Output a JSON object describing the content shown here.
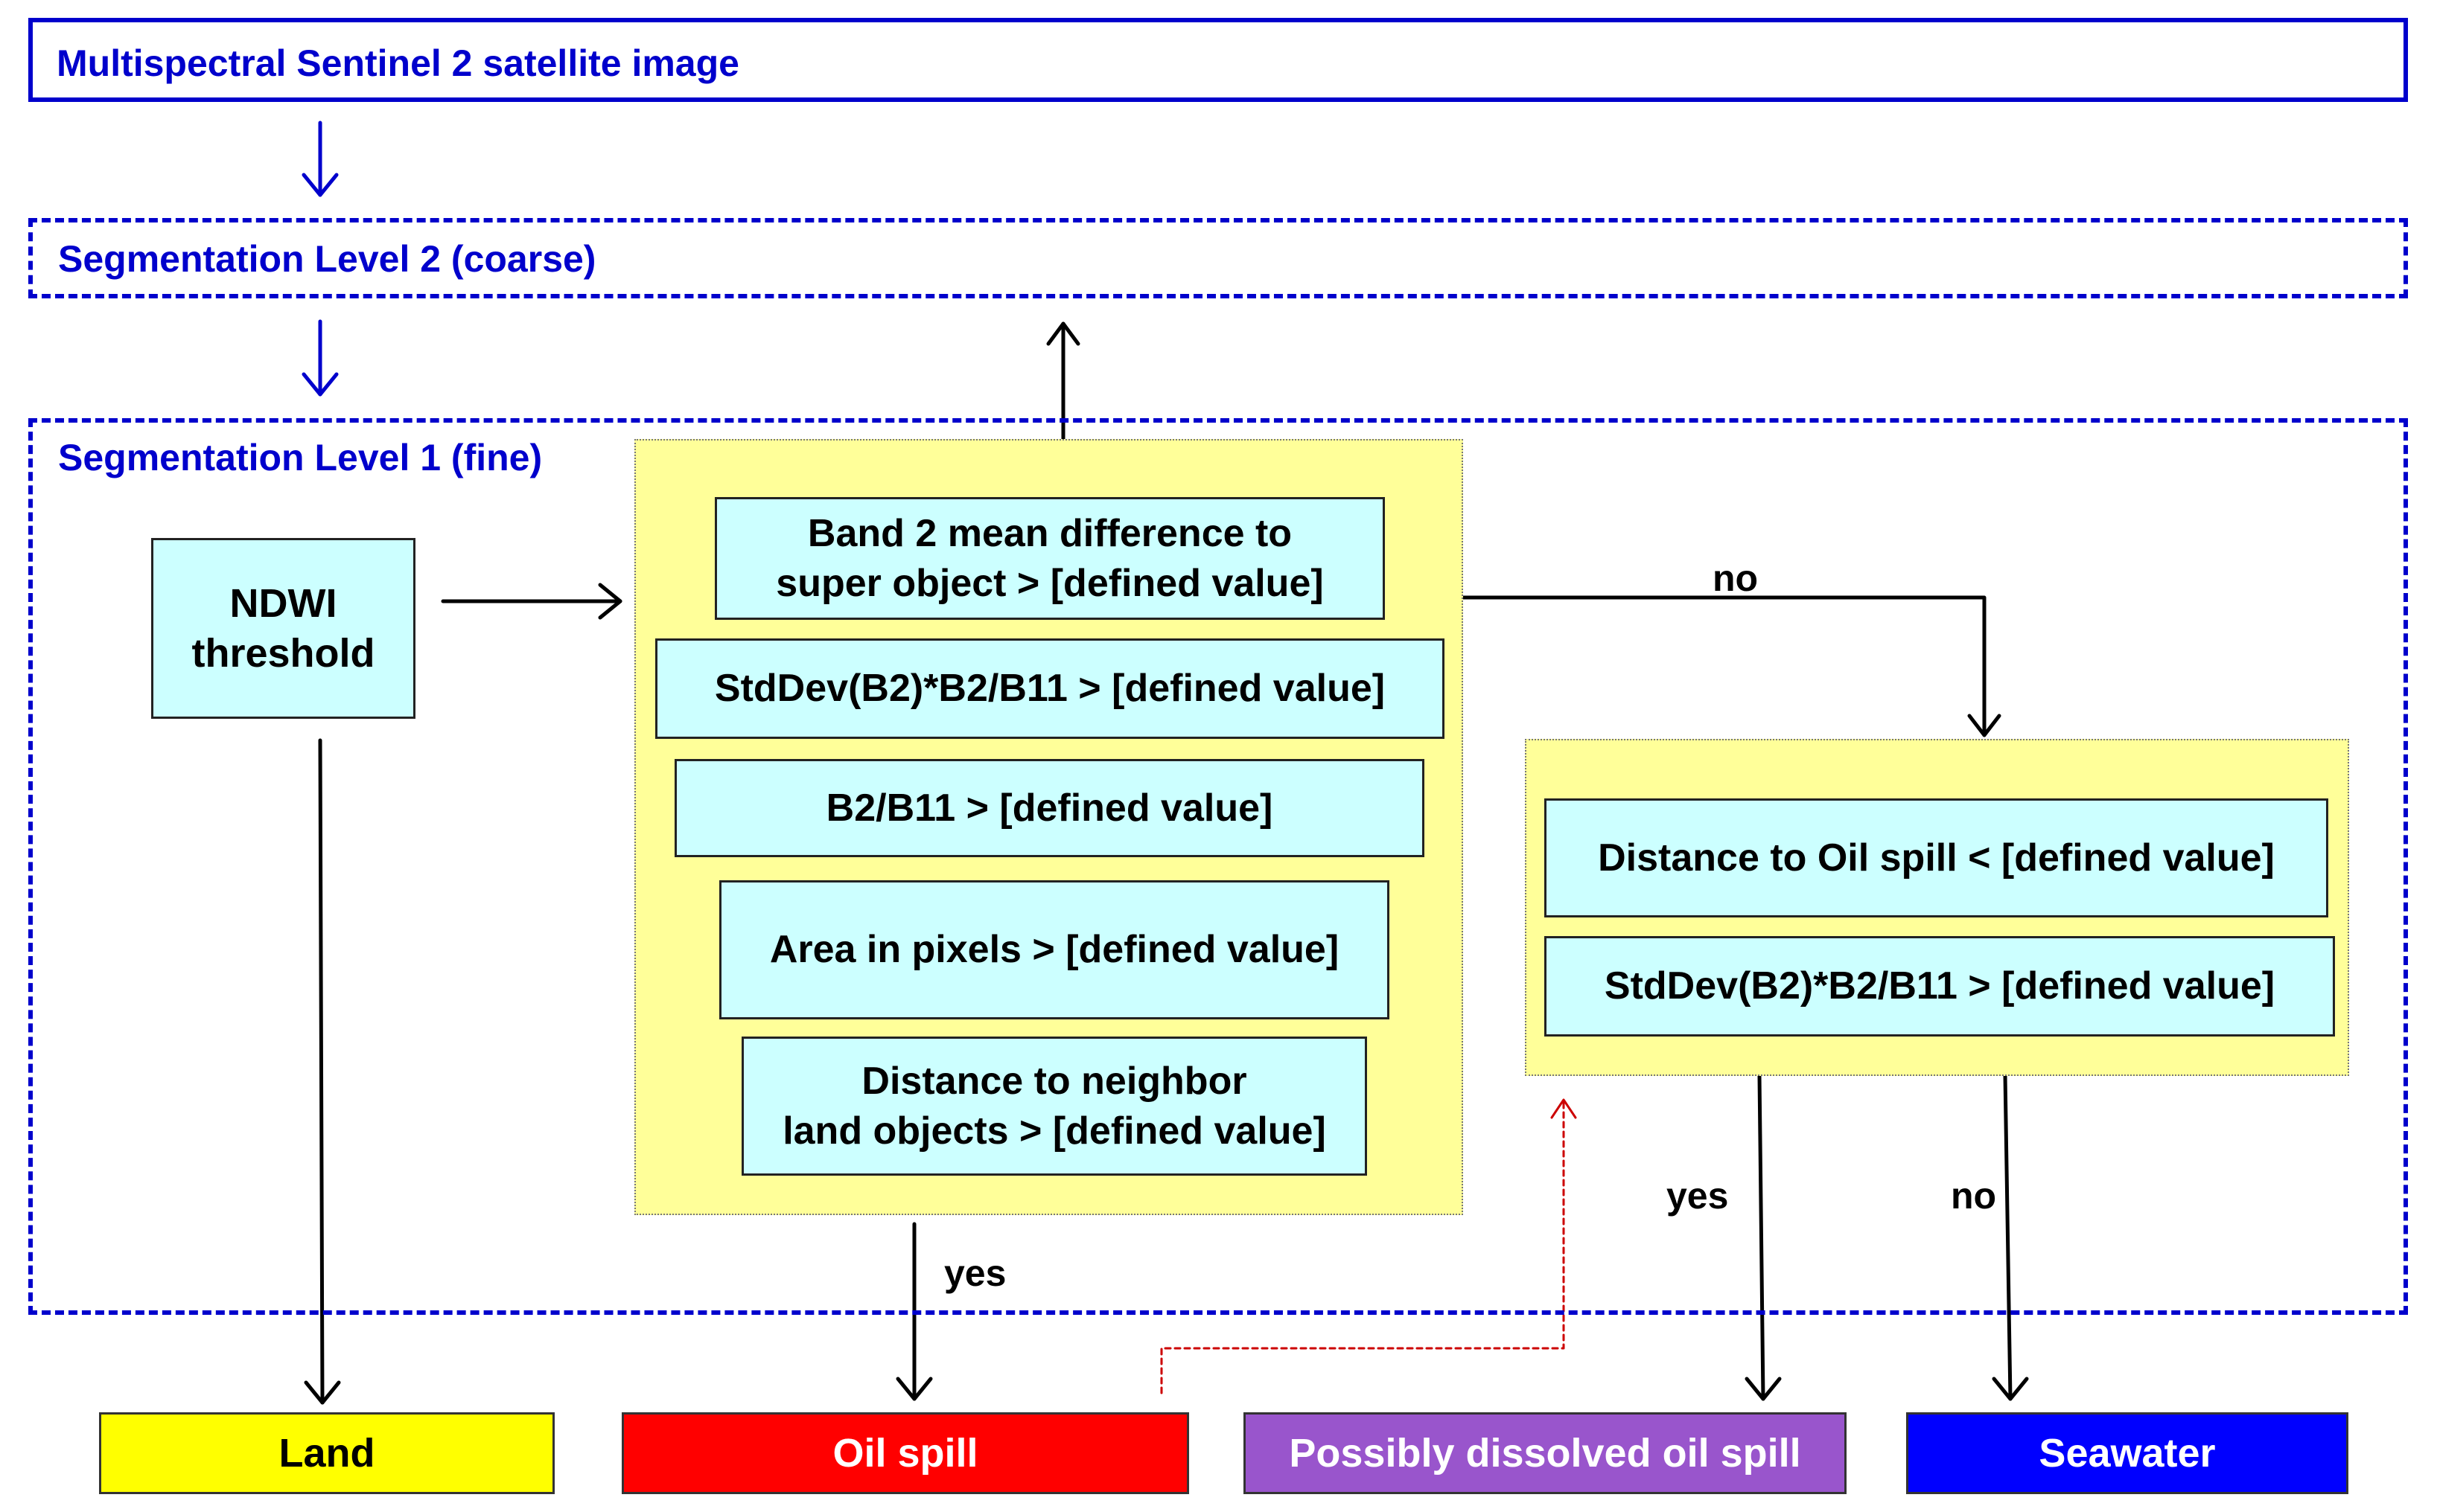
{
  "frames": {
    "input": "Multispectral  Sentinel  2 satellite  image",
    "level2": "Segmentation Level 2 (coarse)",
    "level1": "Segmentation Level 1 (fine)"
  },
  "ndwi": "NDWI\nthreshold",
  "oil_rules": [
    "Band 2 mean difference to\nsuper object > [defined value]",
    "StdDev(B2)*B2/B11 > [defined value]",
    "B2/B11 > [defined value]",
    "Area in pixels  > [defined value]",
    "Distance to neighbor\nland objects > [defined value]"
  ],
  "dissolved_rules": [
    "Distance to Oil  spill  < [defined value]",
    "StdDev(B2)*B2/B11 > [defined value]"
  ],
  "edge_labels": {
    "oil_no": "no",
    "oil_yes": "yes",
    "dissolved_yes": "yes",
    "dissolved_no": "no"
  },
  "outputs": {
    "land": "Land",
    "oil_spill": "Oil spill",
    "dissolved": "Possibly dissolved oil spill",
    "seawater": "Seawater"
  },
  "colors": {
    "frame_blue": "#0000cc",
    "rule_box_fill": "#ccffff",
    "group_fill": "#ffff99",
    "land": "#ffff00",
    "oil_spill": "#ff0000",
    "dissolved": "#9955cc",
    "seawater": "#0000ff",
    "feedback_link": "#cc0000"
  }
}
